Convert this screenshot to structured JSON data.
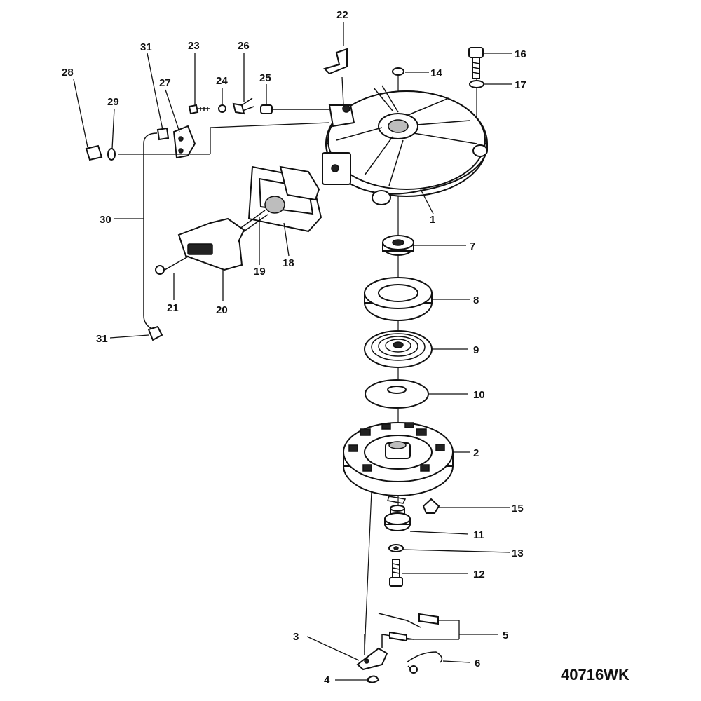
{
  "drawing_code": "40716WK",
  "callouts": {
    "c1": "1",
    "c2": "2",
    "c3": "3",
    "c4": "4",
    "c5": "5",
    "c6": "6",
    "c7": "7",
    "c8": "8",
    "c9": "9",
    "c10": "10",
    "c11": "11",
    "c12": "12",
    "c13": "13",
    "c14": "14",
    "c15": "15",
    "c16": "16",
    "c17": "17",
    "c18": "18",
    "c19": "19",
    "c20": "20",
    "c21": "21",
    "c22": "22",
    "c23": "23",
    "c24": "24",
    "c25": "25",
    "c26": "26",
    "c27": "27",
    "c28": "28",
    "c29": "29",
    "c30": "30",
    "c31a": "31",
    "c31b": "31"
  }
}
